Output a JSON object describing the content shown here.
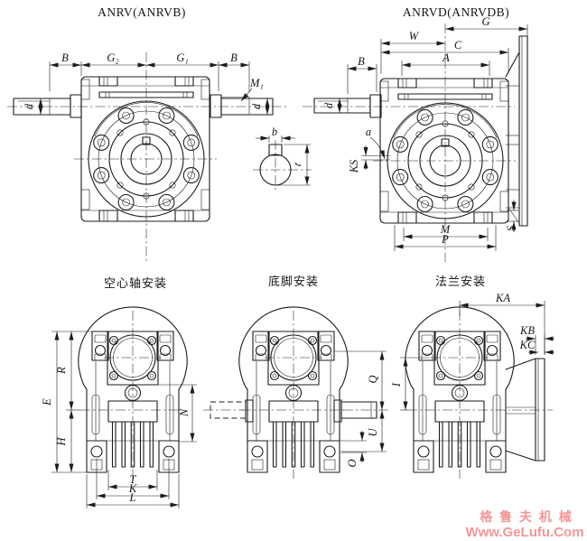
{
  "page": {
    "background": "#ffffff",
    "line_color": "#1c1c1c",
    "watermark_color": "#f49697"
  },
  "top_left_view": {
    "title": "ANRV(ANRVB)",
    "dims": {
      "shaft_len_left": "B",
      "g2": "G₂",
      "g1": "G₁",
      "shaft_len_right": "B",
      "thread": "M₁",
      "shaft_dia_left": "d",
      "shaft_dia_right": "d"
    }
  },
  "top_right_view": {
    "title": "ANRVD(ANRVDB)",
    "dims": {
      "g": "G",
      "w": "W",
      "c": "C",
      "width_a": "A",
      "shaft_len": "B",
      "shaft_dia": "d",
      "angle": "a",
      "ks": "KS",
      "m": "M",
      "p": "P",
      "s": "S"
    }
  },
  "key_section_view": {
    "dims": {
      "key_width": "b",
      "key_depth": "t"
    }
  },
  "bottom_views": {
    "hollow_shaft": {
      "title": "空心轴安装",
      "dims": {
        "e": "E",
        "r": "R",
        "h": "H",
        "n": "N",
        "t": "T",
        "k": "K",
        "l": "L"
      }
    },
    "foot_mount": {
      "title": "底脚安装",
      "dims": {
        "q": "Q",
        "u": "U",
        "o": "O"
      }
    },
    "flange_mount": {
      "title": "法兰安装",
      "dims": {
        "ka": "KA",
        "kb": "KB",
        "kc": "KC",
        "i": "I"
      }
    }
  },
  "watermark": {
    "line1": "格 鲁 夫 机 械",
    "line2": "Www.GeLufu.Com"
  }
}
